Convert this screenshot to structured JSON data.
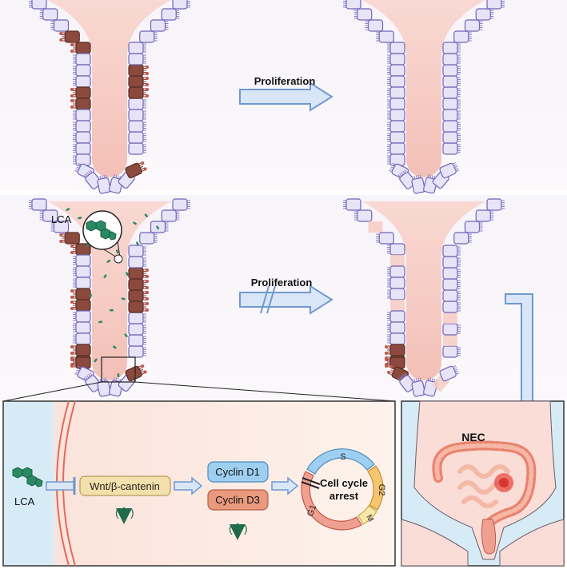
{
  "top_panel": {
    "arrow_label": "Proliferation"
  },
  "middle_panel": {
    "lca_label": "LCA",
    "arrow_label": "Proliferation"
  },
  "mechanism_panel": {
    "lca_label": "LCA",
    "pathway_label": "Wnt/β-cantenin",
    "pathway_effect": "(",
    "pathway_effect_close": ")",
    "cyclin_d1_label": "Cyclin D1",
    "cyclin_d3_label": "Cyclin D3",
    "cell_cycle_label_line1": "Cell cycle",
    "cell_cycle_label_line2": "arrest",
    "phase_s": "S",
    "phase_g2": "G2",
    "phase_m": "M",
    "phase_g1": "G1"
  },
  "nec_panel": {
    "title": "NEC"
  },
  "colors": {
    "lumen": "#f5c9c3",
    "cell_fill": "#e8e4f7",
    "cell_stroke": "#6f64b8",
    "microvilli": "#8a7fc9",
    "damaged_cell": "#8b4a3d",
    "arrow_fill": "#d9e6f7",
    "arrow_stroke": "#6f99cf",
    "lca_green": "#2a8a66",
    "wnt_fill": "#f4e0ac",
    "cyclin_d1_fill": "#9fcff0",
    "cyclin_d3_fill": "#e8997e"
  }
}
